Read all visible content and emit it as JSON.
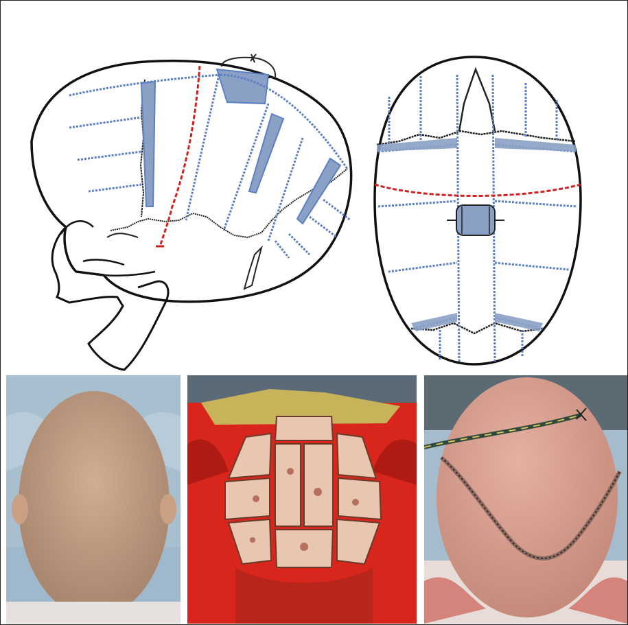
{
  "figure": {
    "panels": [
      {
        "id": "lateral-diagram",
        "type": "illustration"
      },
      {
        "id": "vertex-diagram",
        "type": "illustration"
      },
      {
        "id": "photo-preop",
        "type": "photograph"
      },
      {
        "id": "photo-intraop",
        "type": "photograph"
      },
      {
        "id": "photo-postop",
        "type": "photograph"
      }
    ]
  },
  "colors": {
    "outline": "#111111",
    "osteotomy_blue": "#5b7fc4",
    "wedge_fill": "#8aa0c4",
    "incision_red": "#d02020",
    "suture": "#333333"
  }
}
